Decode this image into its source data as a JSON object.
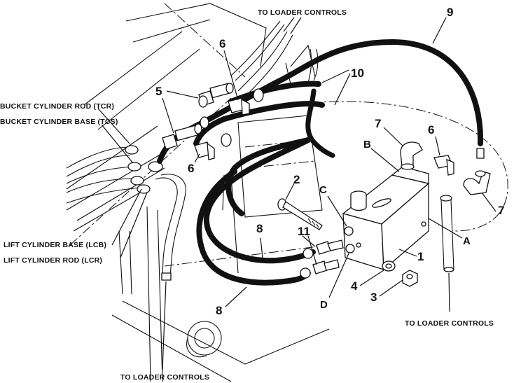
{
  "labels": {
    "to_loader_controls_top": "TO LOADER CONTROLS",
    "to_loader_controls_right": "TO LOADER CONTROLS",
    "to_loader_controls_bottom": "TO LOADER CONTROLS",
    "bucket_cylinder_rod": "BUCKET CYLINDER ROD (TCR)",
    "bucket_cylinder_base": "BUCKET CYLINDER BASE (TCS)",
    "lift_cylinder_base": "LIFT CYLINDER BASE (LCB)",
    "lift_cylinder_rod": "LIFT CYLINDER ROD (LCR)"
  },
  "callouts": {
    "n1": "1",
    "n2": "2",
    "n3": "3",
    "n4": "4",
    "n5": "5",
    "n6_top": "6",
    "n6_left": "6",
    "n6_right": "6",
    "n7_top": "7",
    "n7_right": "7",
    "n8_upper": "8",
    "n8_lower": "8",
    "n9": "9",
    "n10": "10",
    "n11": "11"
  },
  "ports": {
    "a": "A",
    "b": "B",
    "c": "C",
    "d": "D"
  }
}
